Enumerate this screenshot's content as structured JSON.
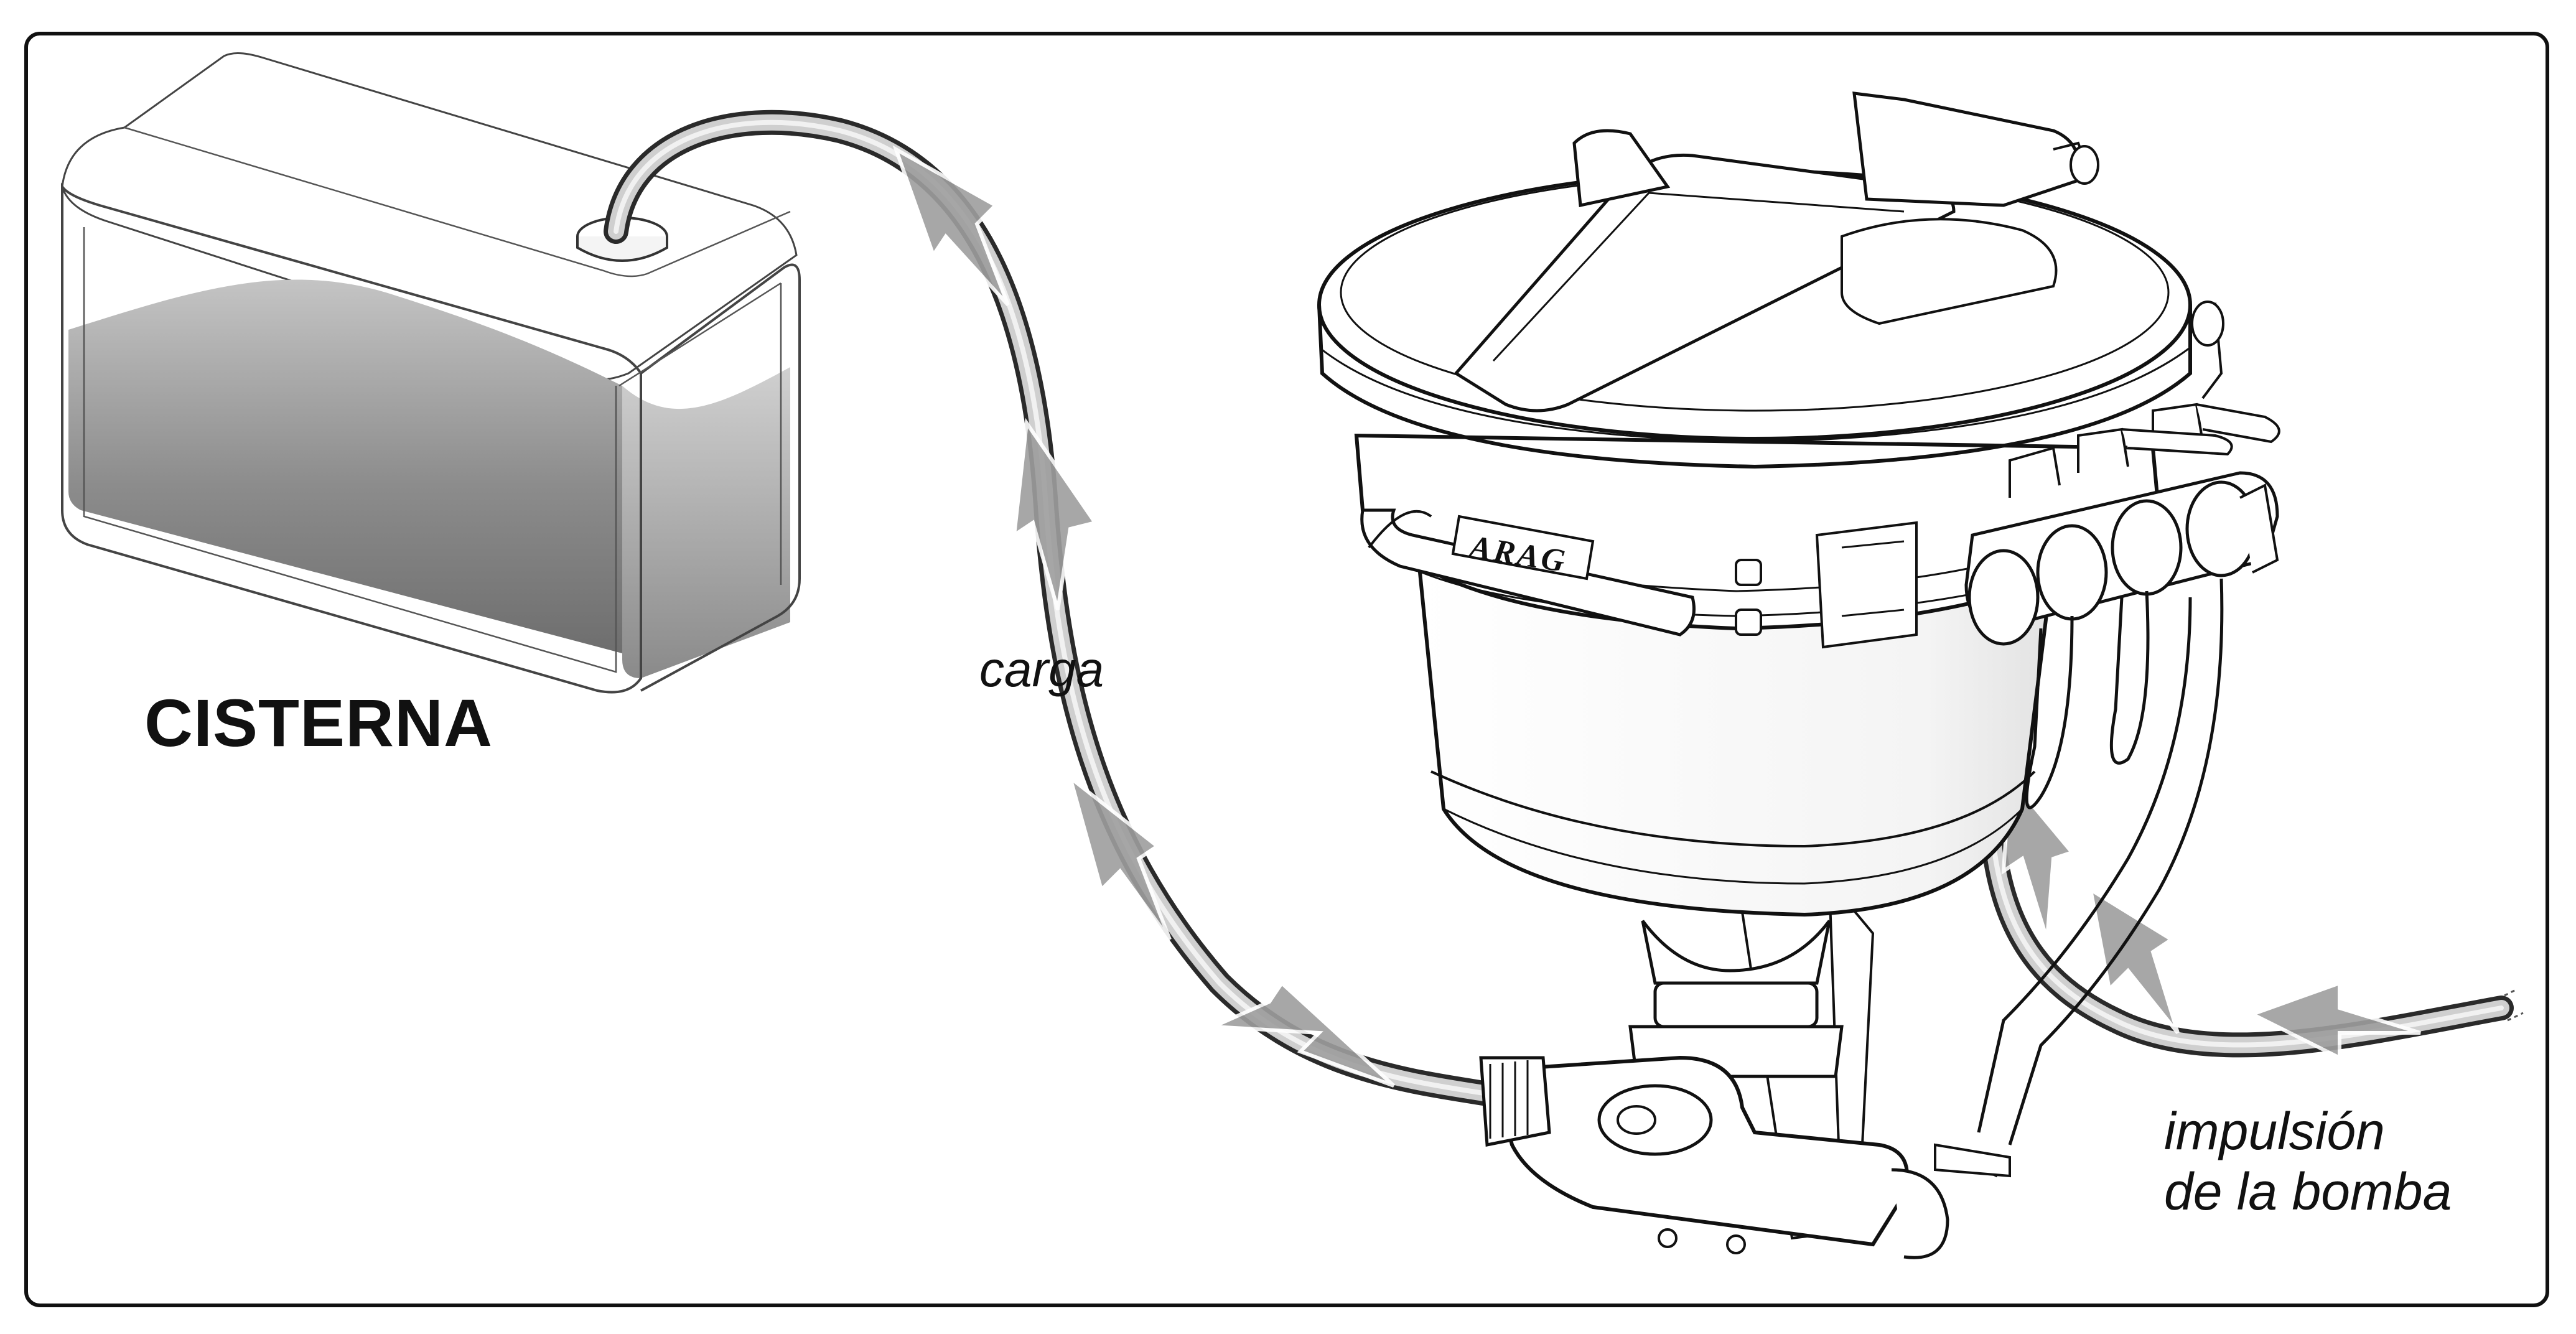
{
  "labels": {
    "tank": "CISTERNA",
    "load_arrow": "carga",
    "pump_line_1": "impulsión",
    "pump_line_2": "de la bomba"
  },
  "brand": {
    "logo_text": "ARAG"
  },
  "colors": {
    "outline": "#111111",
    "arrow": "#9a9a9a",
    "liquid": "#8c8c8c",
    "hose": "#2a2a2a"
  },
  "icons": {
    "tank": "tank-icon",
    "hopper": "premixer-hopper-icon",
    "arrow": "flow-arrow-icon"
  }
}
